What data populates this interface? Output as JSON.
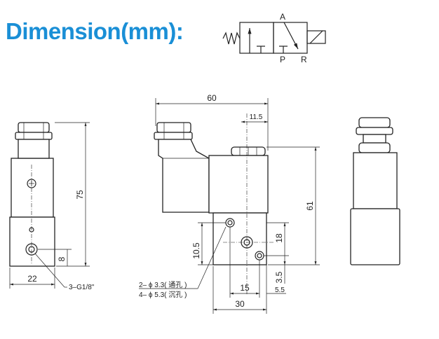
{
  "title": "Dimension(mm):",
  "symbol": {
    "port_a": "A",
    "port_p": "P",
    "port_r": "R"
  },
  "dimensions": {
    "d60": "60",
    "d11_5": "11.5",
    "d61": "61",
    "d75": "75",
    "d8": "8",
    "d22": "22",
    "d10_5": "10.5",
    "d18": "18",
    "d3_5": "3.5",
    "d15": "15",
    "d5_5": "5.5",
    "d30": "30"
  },
  "notes": {
    "port_thread": "3–G1/8\"",
    "hole_through": "2– ϕ 3.3( 通孔 )",
    "hole_counterbore": "4– ϕ 5.3( 沉孔 )"
  }
}
